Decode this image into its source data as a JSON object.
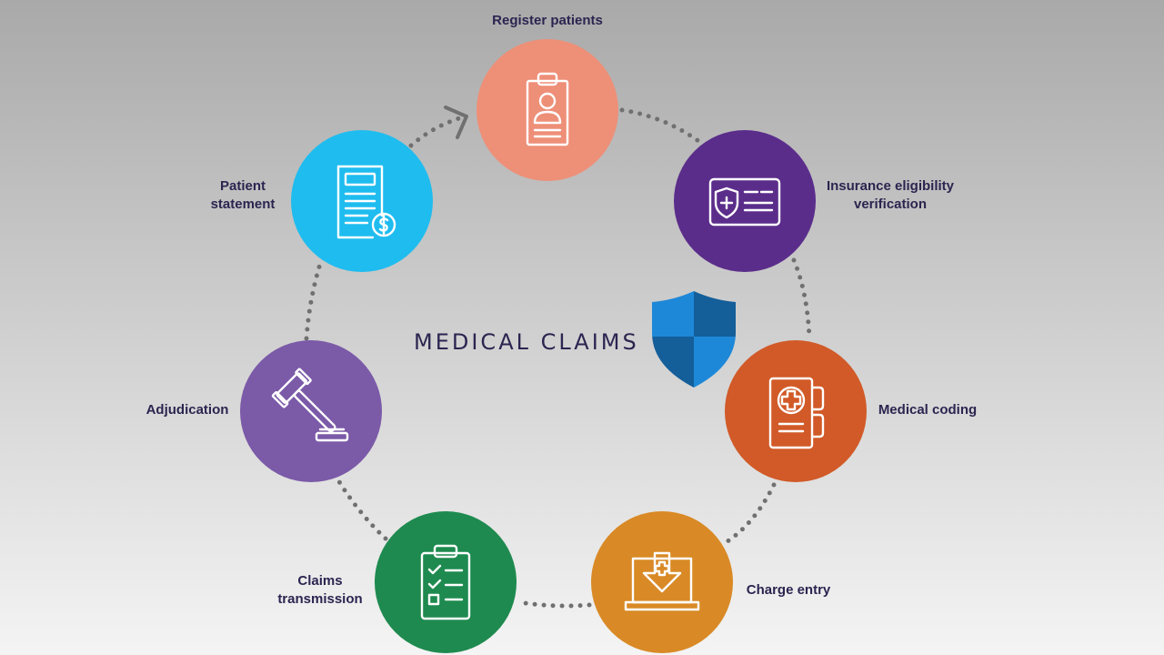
{
  "title": "MEDICAL CLAIMS",
  "steps": [
    {
      "label": "Register patients",
      "icon": "clipboard-patient-icon",
      "color": "#ee8f78"
    },
    {
      "label": "Insurance eligibility\nverification",
      "icon": "insurance-card-icon",
      "color": "#5b2d8b"
    },
    {
      "label": "Medical coding",
      "icon": "medical-record-icon",
      "color": "#d15a28"
    },
    {
      "label": "Charge entry",
      "icon": "laptop-download-icon",
      "color": "#d98a26"
    },
    {
      "label": "Claims\ntransmission",
      "icon": "checklist-icon",
      "color": "#1e8a4f"
    },
    {
      "label": "Adjudication",
      "icon": "gavel-icon",
      "color": "#7b5aa8"
    },
    {
      "label": "Patient\nstatement",
      "icon": "bill-icon",
      "color": "#1fbcef"
    }
  ],
  "colors": {
    "connector": "#707070",
    "text": "#2b2550",
    "shield_light": "#1e88d8",
    "shield_dark": "#145e9a"
  }
}
